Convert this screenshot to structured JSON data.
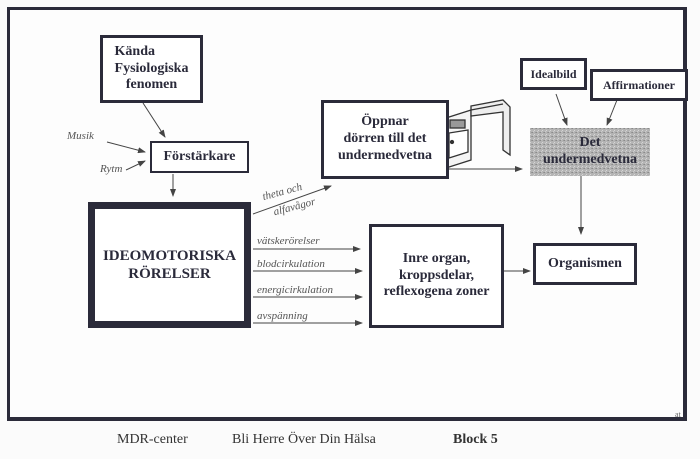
{
  "boxes": {
    "kanda": "Kända Fysiologiska fenomen",
    "kanda_lines": [
      "Kända",
      "Fysiologiska",
      "fenomen"
    ],
    "forstarkare": "Förstärkare",
    "ideomotoriska_lines": [
      "IDEOMOTORISKA",
      "RÖRELSER"
    ],
    "oppnar_lines": [
      "Öppnar",
      "dörren till det",
      "undermedvetna"
    ],
    "idealbild": "Idealbild",
    "affirmationer": "Affirmationer",
    "undermedvetna_lines": [
      "Det",
      "undermedvetna"
    ],
    "inre_lines": [
      "Inre organ,",
      "kroppsdelar,",
      "reflexogena zoner"
    ],
    "organismen": "Organismen"
  },
  "labels": {
    "musik": "Musik",
    "rytm": "Rytm",
    "theta": "theta och",
    "alfa": "alfavågor",
    "vatske": "vätskerörelser",
    "blod": "blodcirkulation",
    "energi": "energicirkulation",
    "avspanning": "avspänning"
  },
  "stamp": "at",
  "footer": {
    "left": "MDR-center",
    "middle": "Bli Herre Över Din Hälsa",
    "right": "Block 5"
  }
}
